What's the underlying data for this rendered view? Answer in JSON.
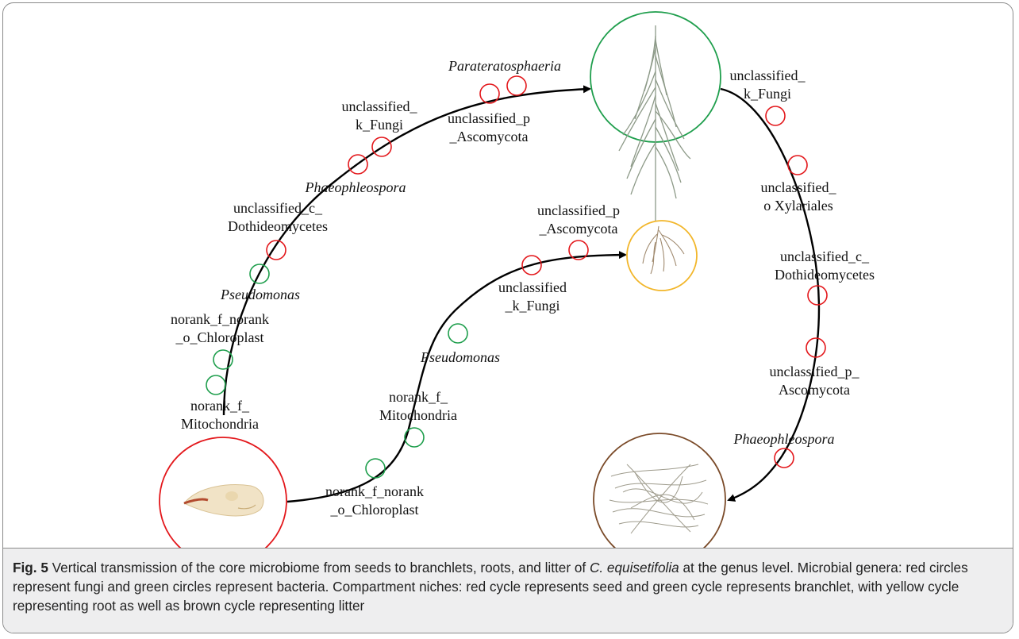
{
  "colors": {
    "fungi": "#e3171b",
    "bacteria": "#1e9e4c",
    "seed": "#e3171b",
    "branchlet": "#1e9e4c",
    "root": "#f2b62a",
    "litter": "#7a4a28"
  },
  "niches": {
    "seed": {
      "image": "seed-image"
    },
    "branchlet": {
      "image": "branchlet-image"
    },
    "root": {
      "image": "root-image"
    },
    "litter": {
      "image": "litter-image"
    }
  },
  "pathways": {
    "seed_to_branchlet": {
      "labels": [
        {
          "text": "Parateratosphaeria",
          "italic": true
        },
        {
          "text": "unclassified_",
          "italic": false
        },
        {
          "text": "k_Fungi",
          "italic": false
        },
        {
          "text": "unclassified_p",
          "italic": false
        },
        {
          "text": "_Ascomycota",
          "italic": false
        },
        {
          "text": "Phaeophleospora",
          "italic": true
        },
        {
          "text": "unclassified_c_",
          "italic": false
        },
        {
          "text": "Dothideomycetes",
          "italic": false
        },
        {
          "text": "Pseudomonas",
          "italic": true
        },
        {
          "text": "norank_f_norank",
          "italic": false
        },
        {
          "text": "_o_Chloroplast",
          "italic": false
        },
        {
          "text": "norank_f_",
          "italic": false
        },
        {
          "text": "Mitochondria",
          "italic": false
        }
      ]
    },
    "seed_to_root": {
      "labels": [
        {
          "text": "unclassified_p",
          "italic": false
        },
        {
          "text": "_Ascomycota",
          "italic": false
        },
        {
          "text": "unclassified",
          "italic": false
        },
        {
          "text": "_k_Fungi",
          "italic": false
        },
        {
          "text": "Pseudomonas",
          "italic": true
        },
        {
          "text": "norank_f_",
          "italic": false
        },
        {
          "text": "Mitochondria",
          "italic": false
        },
        {
          "text": "norank_f_norank",
          "italic": false
        },
        {
          "text": "_o_Chloroplast",
          "italic": false
        }
      ]
    },
    "branchlet_to_litter": {
      "labels": [
        {
          "text": "unclassified_",
          "italic": false
        },
        {
          "text": "k_Fungi",
          "italic": false
        },
        {
          "text": "unclassified_",
          "italic": false
        },
        {
          "text": "o Xylariales",
          "italic": false
        },
        {
          "text": "unclassified_c_",
          "italic": false
        },
        {
          "text": "Dothideomycetes",
          "italic": false
        },
        {
          "text": "unclassified_p_",
          "italic": false
        },
        {
          "text": "Ascomycota",
          "italic": false
        },
        {
          "text": "Phaeophleospora",
          "italic": true
        }
      ]
    }
  },
  "caption": {
    "fig_label": "Fig. 5",
    "text_1": "Vertical transmission of the core microbiome from seeds to branchlets, roots, and litter of ",
    "species": "C. equisetifolia",
    "text_2": " at the genus level. Microbial genera: red circles represent fungi and green circles represent bacteria. Compartment niches: red cycle represents seed and green cycle represents branchlet, with yellow cycle representing root as well as brown cycle representing litter"
  }
}
